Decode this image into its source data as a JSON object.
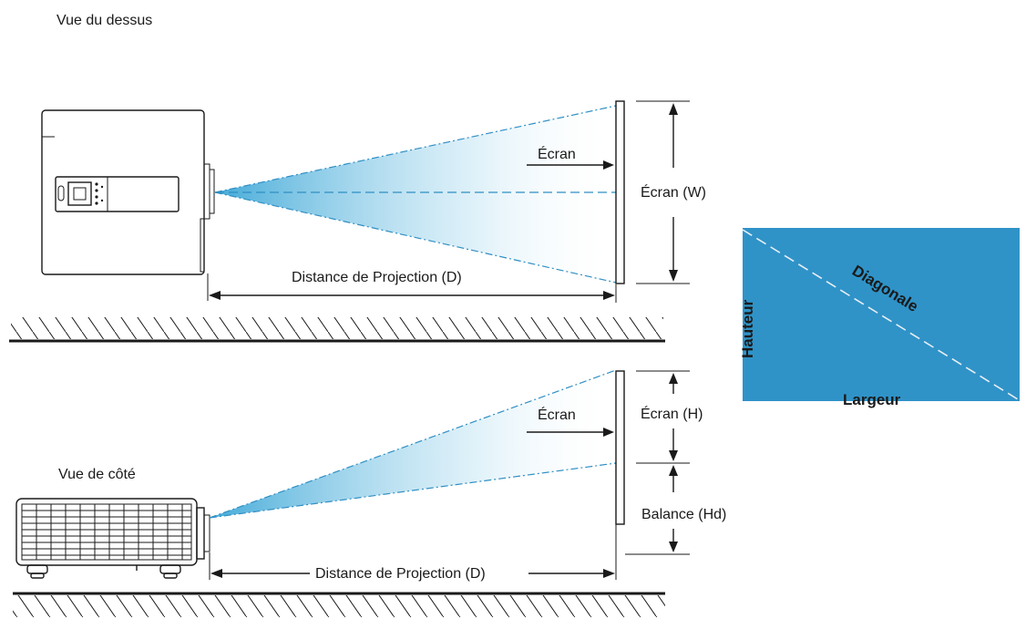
{
  "views": {
    "top_title": "Vue du dessus",
    "side_title": "Vue de côté"
  },
  "top": {
    "screen_label": "Écran",
    "screen_width_label": "Écran (W)",
    "distance_label": "Distance de Projection (D)"
  },
  "side": {
    "screen_label": "Écran",
    "screen_height_label": "Écran (H)",
    "offset_label": "Balance (Hd)",
    "distance_label": "Distance de Projection (D)"
  },
  "screen_diagram": {
    "diagonal_label": "Diagonale",
    "height_label": "Hauteur",
    "width_label": "Largeur",
    "fill_color": "#2f93c8"
  },
  "colors": {
    "beam": "#5bb8e0",
    "beam_line": "#2f8fc4"
  }
}
